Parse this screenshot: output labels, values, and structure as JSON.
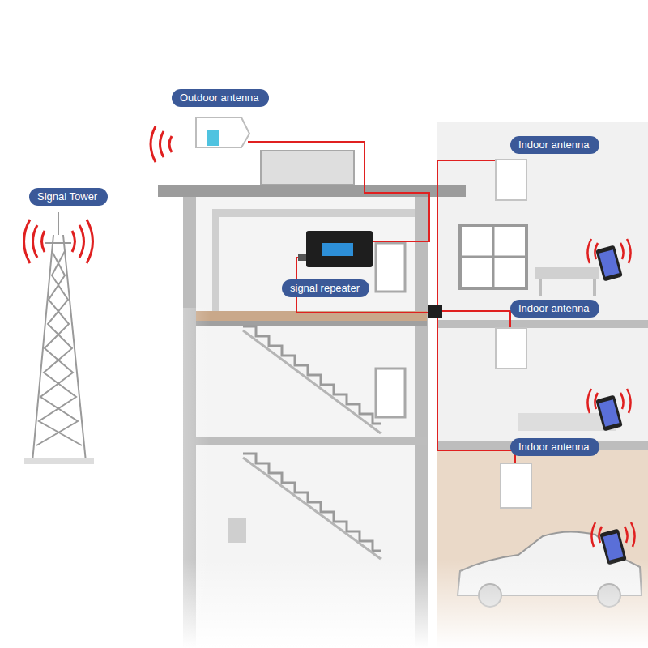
{
  "diagram": {
    "nodes": [
      {
        "text": [
          "Outdoor antenna"
        ]
      },
      {
        "text": [
          "Indoor antenna"
        ]
      },
      {
        "text": [
          "Signal Tower"
        ]
      },
      {
        "text": [
          "signal repeater"
        ]
      },
      {
        "text": [
          "Indoor antenna"
        ]
      },
      {
        "text": [
          "Indoor antenna"
        ]
      }
    ]
  }
}
